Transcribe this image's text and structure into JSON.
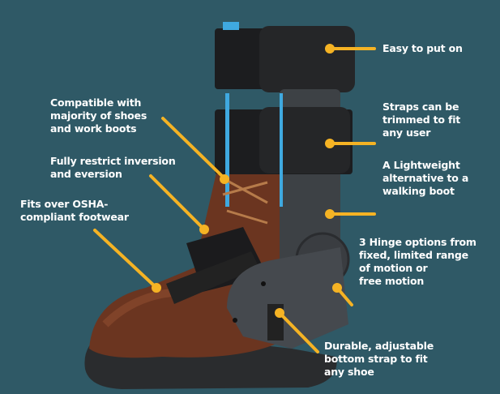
{
  "colors": {
    "background": "#2f5966",
    "accent": "#f5b324",
    "text": "#ffffff"
  },
  "callouts": {
    "easy": [
      "Easy to put on"
    ],
    "straps": [
      "Straps can be",
      "trimmed to fit",
      "any user"
    ],
    "lightweight": [
      "A Lightweight",
      "alternative to a",
      "walking boot"
    ],
    "hinge": [
      "3 Hinge options from",
      "fixed, limited range",
      "of motion or",
      "free motion"
    ],
    "durable": [
      "Durable, adjustable",
      "bottom strap to fit",
      "any shoe"
    ],
    "compatible": [
      "Compatible with",
      "majority of shoes",
      "and work boots"
    ],
    "restrict": [
      "Fully restrict inversion",
      "and eversion"
    ],
    "fits": [
      "Fits over OSHA-",
      "compliant footwear"
    ]
  }
}
